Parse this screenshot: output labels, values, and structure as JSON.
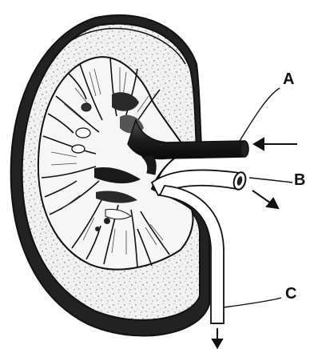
{
  "diagram": {
    "labels": {
      "a": "A",
      "b": "B",
      "c": "C"
    },
    "colors": {
      "ink": "#111111",
      "cortex_fill": "#eeeeee",
      "tube_dark": "#2b2b2b",
      "paper": "#ffffff"
    }
  }
}
